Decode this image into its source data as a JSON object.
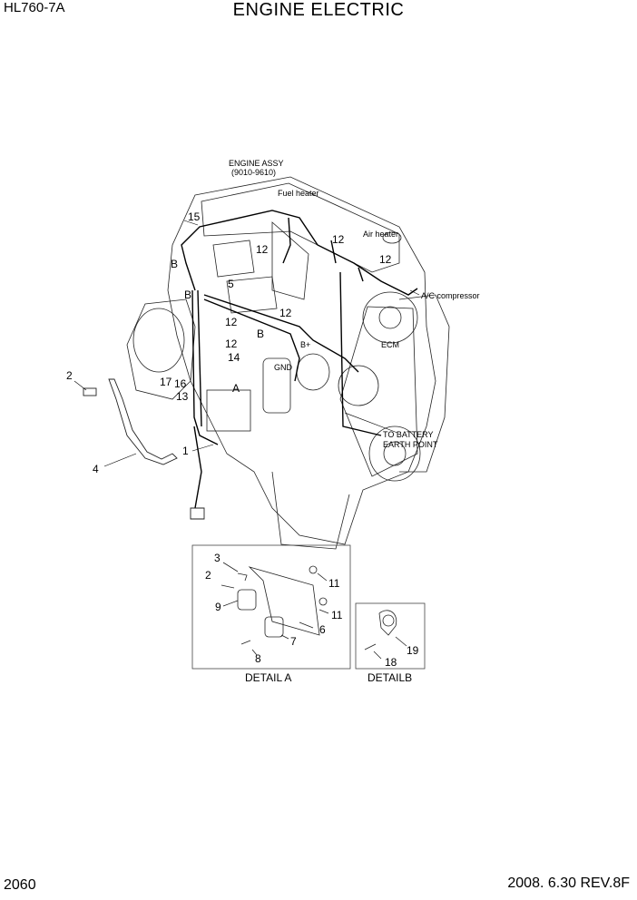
{
  "header": {
    "model": "HL760-7A",
    "title": "ENGINE ELECTRIC"
  },
  "footer": {
    "page": "2060",
    "date_rev": "2008. 6.30  REV.8F"
  },
  "labels": {
    "engine_assy": "ENGINE ASSY",
    "engine_code": "(9010-9610)",
    "fuel_heater": "Fuel heater",
    "air_heater": "Air heater",
    "ac_compressor": "A/C compressor",
    "ecm": "ECM",
    "b_plus": "B+",
    "gnd": "GND",
    "battery_1": "TO BATTERY",
    "battery_2": "EARTH POINT",
    "a": "A",
    "b1": "B",
    "b2": "B",
    "b3": "B"
  },
  "callouts": {
    "n15": "15",
    "n12a": "12",
    "n12b": "12",
    "n12c": "12",
    "n12d": "12",
    "n12e": "12",
    "n12f": "12",
    "n5": "5",
    "n14": "14",
    "n17": "17",
    "n16": "16",
    "n13": "13",
    "n2": "2",
    "n1": "1",
    "n4": "4"
  },
  "detail_a": {
    "caption": "DETAIL A",
    "n3": "3",
    "n2": "2",
    "n11a": "11",
    "n9": "9",
    "n11b": "11",
    "n6": "6",
    "n7": "7",
    "n8": "8"
  },
  "detail_b": {
    "caption": "DETAILB",
    "n19": "19",
    "n18": "18"
  }
}
